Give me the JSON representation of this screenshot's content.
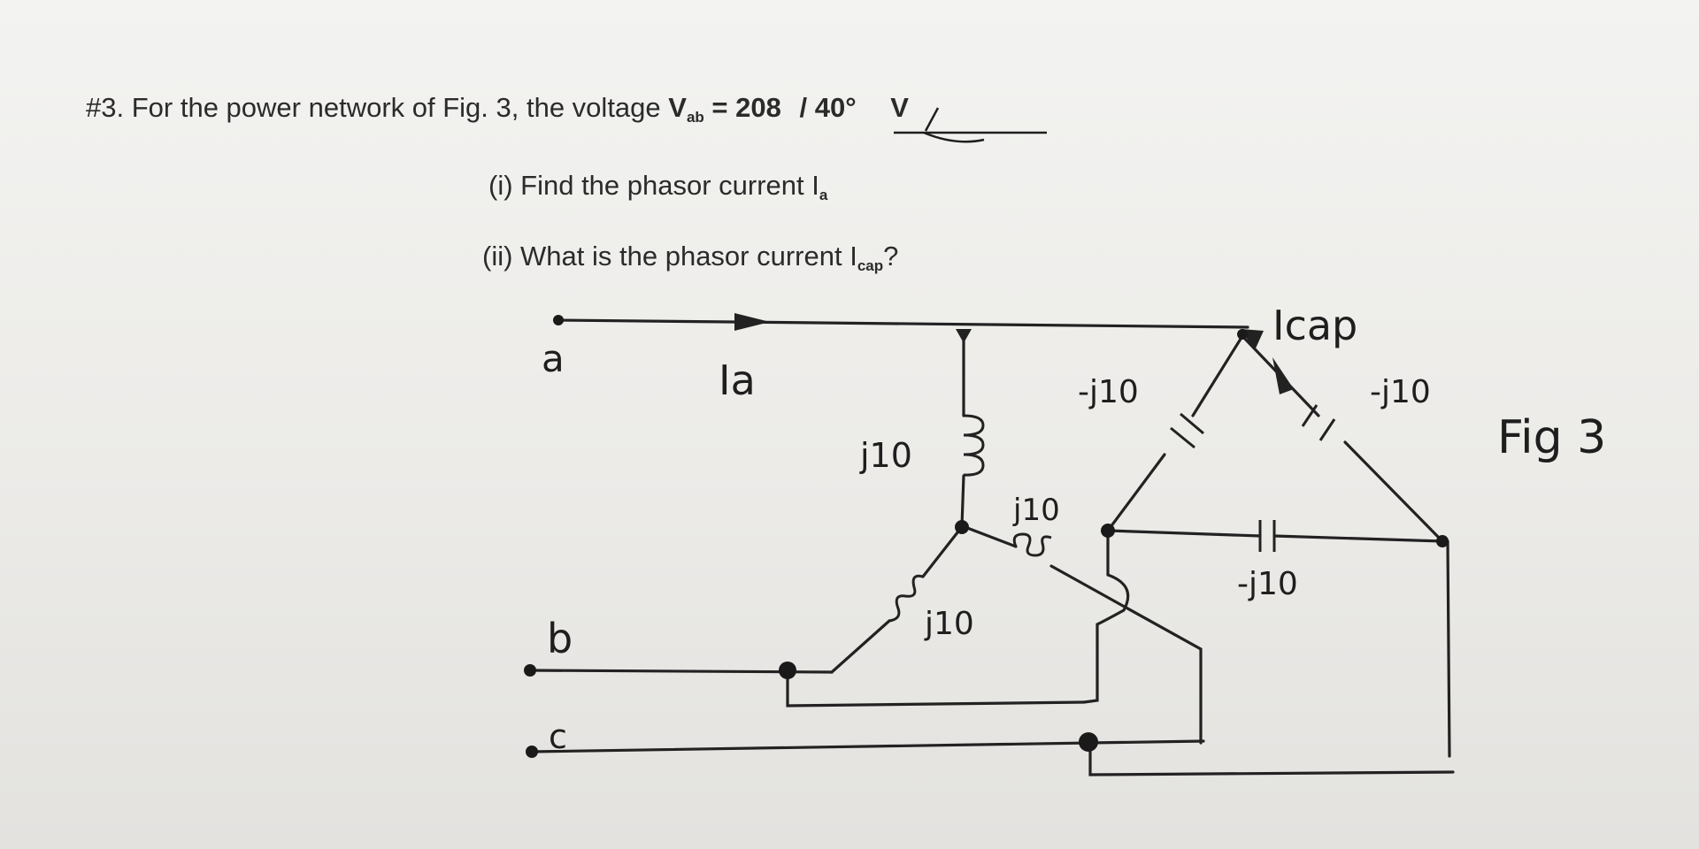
{
  "problem": {
    "number": "#3.",
    "intro": "For the power network of Fig. 3, the voltage ",
    "v_symbol": "V",
    "v_sub": "ab",
    "equals": " = ",
    "v_magnitude": "208",
    "v_angle": "/ 40°",
    "v_unit": "V"
  },
  "parts": {
    "p1_text": "(i) Find the phasor current I",
    "p1_sub": "a",
    "p2_text": "(ii) What is the phasor current I",
    "p2_sub": "cap",
    "p2_end": "?"
  },
  "figure": {
    "caption": "Fig 3",
    "terminal_a": "a",
    "terminal_b": "b",
    "terminal_c": "c",
    "current_a": "Ia",
    "current_cap": "Icap",
    "inductor_top": "j10",
    "inductor_right": "j10",
    "inductor_left": "j10",
    "cap_left": "-j10",
    "cap_right": "-j10",
    "cap_bottom": "-j10"
  }
}
